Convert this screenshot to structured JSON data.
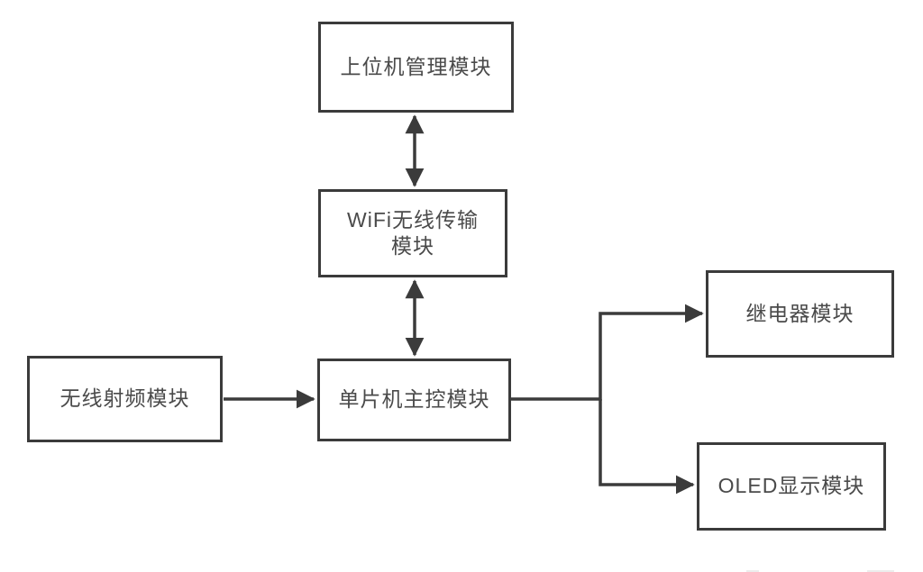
{
  "diagram": {
    "nodes": [
      {
        "id": "host-management",
        "label": "上位机管理模块"
      },
      {
        "id": "wifi-transmission",
        "label": "WiFi无线传输\n模块"
      },
      {
        "id": "mcu-main-control",
        "label": "单片机主控模块"
      },
      {
        "id": "rf-wireless",
        "label": "无线射频模块"
      },
      {
        "id": "relay",
        "label": "继电器模块"
      },
      {
        "id": "oled-display",
        "label": "OLED显示模块"
      }
    ],
    "edges": [
      {
        "from": "host-management",
        "to": "wifi-transmission",
        "direction": "bidirectional"
      },
      {
        "from": "wifi-transmission",
        "to": "mcu-main-control",
        "direction": "bidirectional"
      },
      {
        "from": "rf-wireless",
        "to": "mcu-main-control",
        "direction": "one-way"
      },
      {
        "from": "mcu-main-control",
        "to": "relay",
        "direction": "one-way"
      },
      {
        "from": "mcu-main-control",
        "to": "oled-display",
        "direction": "one-way"
      }
    ],
    "colors": {
      "line": "#3b3b3b",
      "node_border": "#3b3b3b",
      "node_text": "#4a4a4a",
      "background": "#ffffff"
    }
  }
}
